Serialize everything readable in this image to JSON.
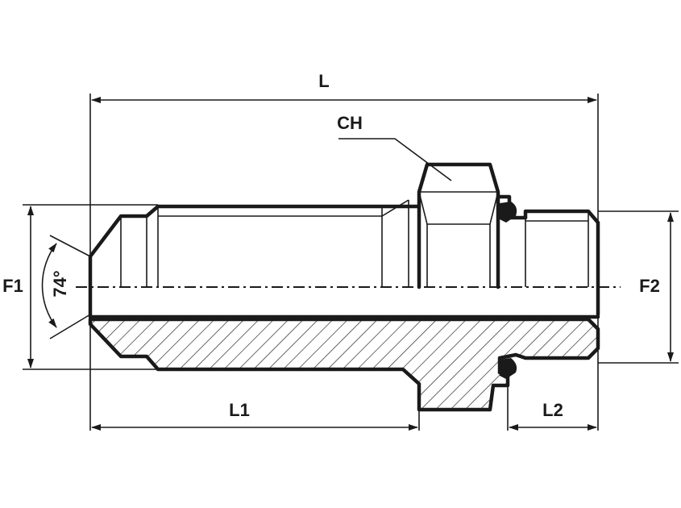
{
  "diagram": {
    "labels": {
      "L": "L",
      "CH": "CH",
      "F1": "F1",
      "F2": "F2",
      "L1": "L1",
      "L2": "L2",
      "angle": "74°"
    },
    "colors": {
      "line": "#1a1a1a",
      "background": "#ffffff"
    }
  }
}
